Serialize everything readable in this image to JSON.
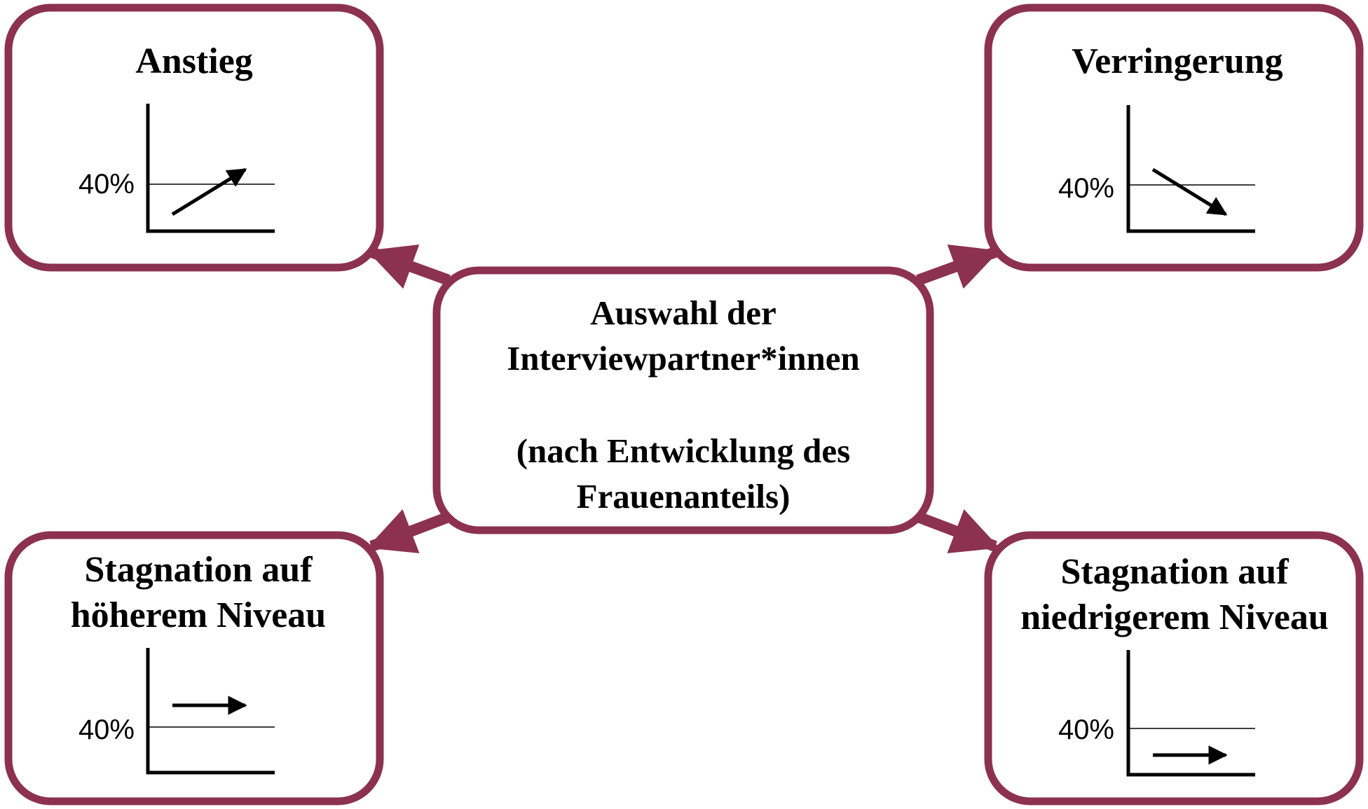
{
  "colors": {
    "accent": "#8c3150",
    "text": "#000000",
    "background": "#ffffff"
  },
  "center": {
    "line1": "Auswahl der",
    "line2": "Interviewpartner*innen",
    "line3": "(nach Entwicklung des",
    "line4": "Frauenanteils)"
  },
  "boxes": {
    "top_left": {
      "title": "Anstieg",
      "reference_label": "40%",
      "trend": "increase"
    },
    "top_right": {
      "title": "Verringerung",
      "reference_label": "40%",
      "trend": "decrease"
    },
    "bottom_left": {
      "title_line1": "Stagnation auf",
      "title_line2": "höherem Niveau",
      "reference_label": "40%",
      "trend": "flat-above"
    },
    "bottom_right": {
      "title_line1": "Stagnation auf",
      "title_line2": "niedrigerem Niveau",
      "reference_label": "40%",
      "trend": "flat-below"
    }
  }
}
